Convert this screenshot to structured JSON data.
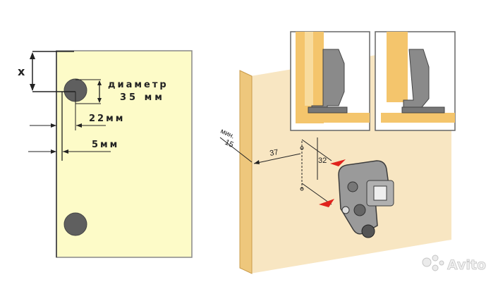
{
  "left_diagram": {
    "x_label": "x",
    "diameter_label_line1": "диаметр",
    "diameter_label_line2": "35 мм",
    "offset_22": "22мм",
    "offset_5": "5мм"
  },
  "right_diagram": {
    "min_label": "мин.",
    "min_value": "15",
    "distance_37": "37",
    "distance_32": "32"
  },
  "watermark": "Avito",
  "colors": {
    "panel": "#fdfbc8",
    "hole": "#5f5f5f",
    "wood": "#f6deb0",
    "wood_edge": "#e9bf6e",
    "red_arrow": "#e0231c"
  }
}
